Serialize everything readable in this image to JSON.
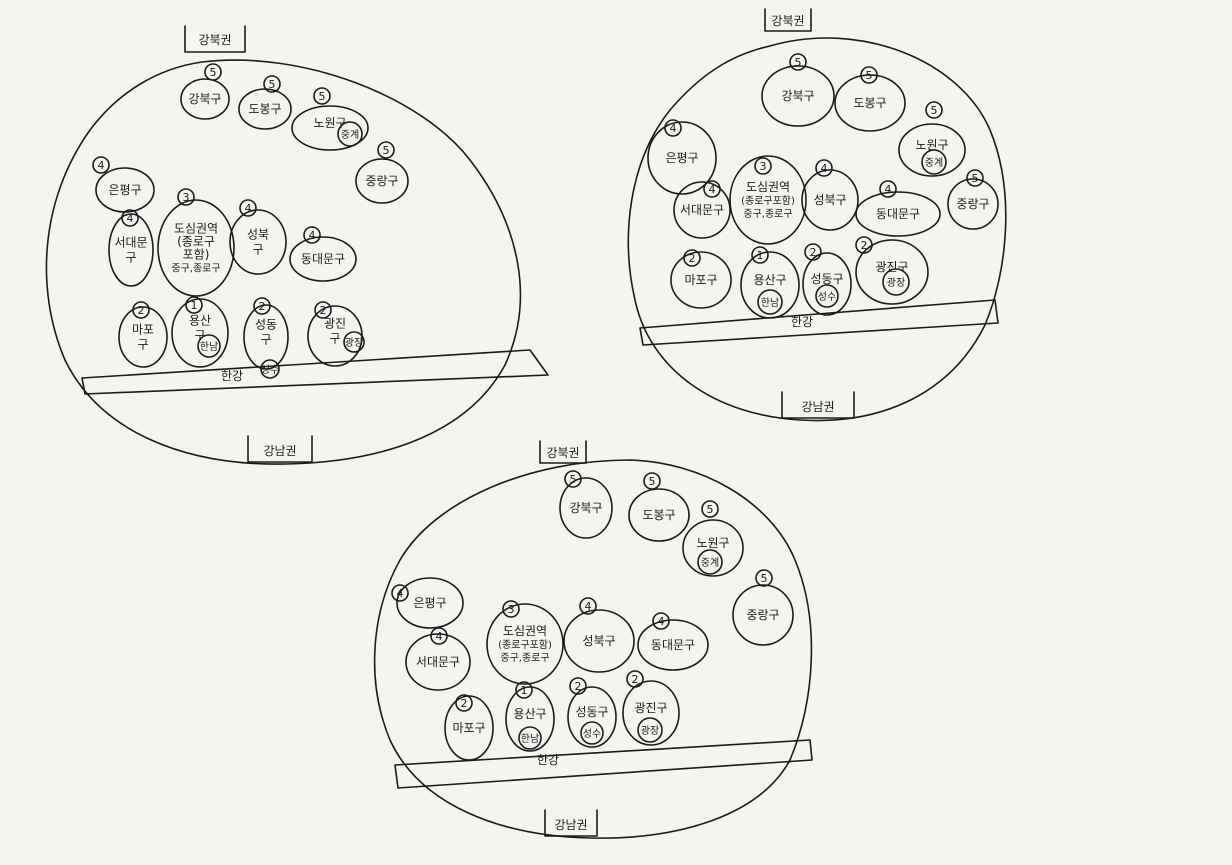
{
  "maps": [
    {
      "id": "map-a",
      "north_label": "강북권",
      "south_label": "강남권",
      "river_label": "한강",
      "nodes": [
        {
          "key": "gangbuk",
          "num": "5",
          "lines": [
            "강북구"
          ]
        },
        {
          "key": "dobong",
          "num": "5",
          "lines": [
            "도봉구"
          ]
        },
        {
          "key": "nowon",
          "num": "5",
          "lines": [
            "노원구"
          ],
          "circled": "중계"
        },
        {
          "key": "jungnang",
          "num": "5",
          "lines": [
            "중랑구"
          ]
        },
        {
          "key": "eunpyeong",
          "num": "4",
          "lines": [
            "은평구"
          ]
        },
        {
          "key": "seodaemun",
          "num": "4",
          "lines": [
            "서대문",
            "구"
          ]
        },
        {
          "key": "center",
          "num": "3",
          "lines": [
            "도심권역",
            "(종로구",
            "포함)",
            "중구,종로구"
          ]
        },
        {
          "key": "seongbuk",
          "num": "4",
          "lines": [
            "성북",
            "구"
          ]
        },
        {
          "key": "dongdaemun",
          "num": "4",
          "lines": [
            "동대문구"
          ]
        },
        {
          "key": "mapo",
          "num": "2",
          "lines": [
            "마포",
            "구"
          ]
        },
        {
          "key": "yongsan",
          "num": "1",
          "lines": [
            "용산",
            "구"
          ],
          "circled": "한남"
        },
        {
          "key": "seongdong",
          "num": "2",
          "lines": [
            "성동",
            "구"
          ],
          "circled": "성수"
        },
        {
          "key": "gwangjin",
          "num": "2",
          "lines": [
            "광진",
            "구"
          ],
          "circled": "광장"
        }
      ]
    },
    {
      "id": "map-b",
      "north_label": "강북권",
      "south_label": "강남권",
      "river_label": "한강",
      "nodes": [
        {
          "key": "gangbuk",
          "num": "5",
          "lines": [
            "강북구"
          ]
        },
        {
          "key": "dobong",
          "num": "5",
          "lines": [
            "도봉구"
          ]
        },
        {
          "key": "nowon",
          "num": "5",
          "lines": [
            "노원구"
          ],
          "circled": "중계"
        },
        {
          "key": "jungnang",
          "num": "5",
          "lines": [
            "중랑구"
          ]
        },
        {
          "key": "eunpyeong",
          "num": "4",
          "lines": [
            "은평구"
          ]
        },
        {
          "key": "seodaemun",
          "num": "4",
          "lines": [
            "서대문구"
          ]
        },
        {
          "key": "center",
          "num": "3",
          "lines": [
            "도심권역",
            "(종로구포함)",
            "중구,종로구"
          ]
        },
        {
          "key": "seongbuk",
          "num": "4",
          "lines": [
            "성북구"
          ]
        },
        {
          "key": "dongdaemun",
          "num": "4",
          "lines": [
            "동대문구"
          ]
        },
        {
          "key": "mapo",
          "num": "2",
          "lines": [
            "마포구"
          ]
        },
        {
          "key": "yongsan",
          "num": "1",
          "lines": [
            "용산구"
          ],
          "circled": "한남"
        },
        {
          "key": "seongdong",
          "num": "2",
          "lines": [
            "성동구"
          ],
          "circled": "성수"
        },
        {
          "key": "gwangjin",
          "num": "2",
          "lines": [
            "광진구"
          ],
          "circled": "광장"
        }
      ]
    },
    {
      "id": "map-c",
      "north_label": "강북권",
      "south_label": "강남권",
      "river_label": "한강",
      "nodes": [
        {
          "key": "gangbuk",
          "num": "5",
          "lines": [
            "강북구"
          ]
        },
        {
          "key": "dobong",
          "num": "5",
          "lines": [
            "도봉구"
          ]
        },
        {
          "key": "nowon",
          "num": "5",
          "lines": [
            "노원구"
          ],
          "circled": "중계"
        },
        {
          "key": "jungnang",
          "num": "5",
          "lines": [
            "중랑구"
          ]
        },
        {
          "key": "eunpyeong",
          "num": "4",
          "lines": [
            "은평구"
          ]
        },
        {
          "key": "seodaemun",
          "num": "4",
          "lines": [
            "서대문구"
          ]
        },
        {
          "key": "center",
          "num": "3",
          "lines": [
            "도심권역",
            "(종로구포함)",
            "중구,종로구"
          ]
        },
        {
          "key": "seongbuk",
          "num": "4",
          "lines": [
            "성북구"
          ]
        },
        {
          "key": "dongdaemun",
          "num": "4",
          "lines": [
            "동대문구"
          ]
        },
        {
          "key": "mapo",
          "num": "2",
          "lines": [
            "마포구"
          ]
        },
        {
          "key": "yongsan",
          "num": "1",
          "lines": [
            "용산구"
          ],
          "circled": "한남"
        },
        {
          "key": "seongdong",
          "num": "2",
          "lines": [
            "성동구"
          ],
          "circled": "성수"
        },
        {
          "key": "gwangjin",
          "num": "2",
          "lines": [
            "광진구"
          ],
          "circled": "광장"
        }
      ]
    }
  ]
}
